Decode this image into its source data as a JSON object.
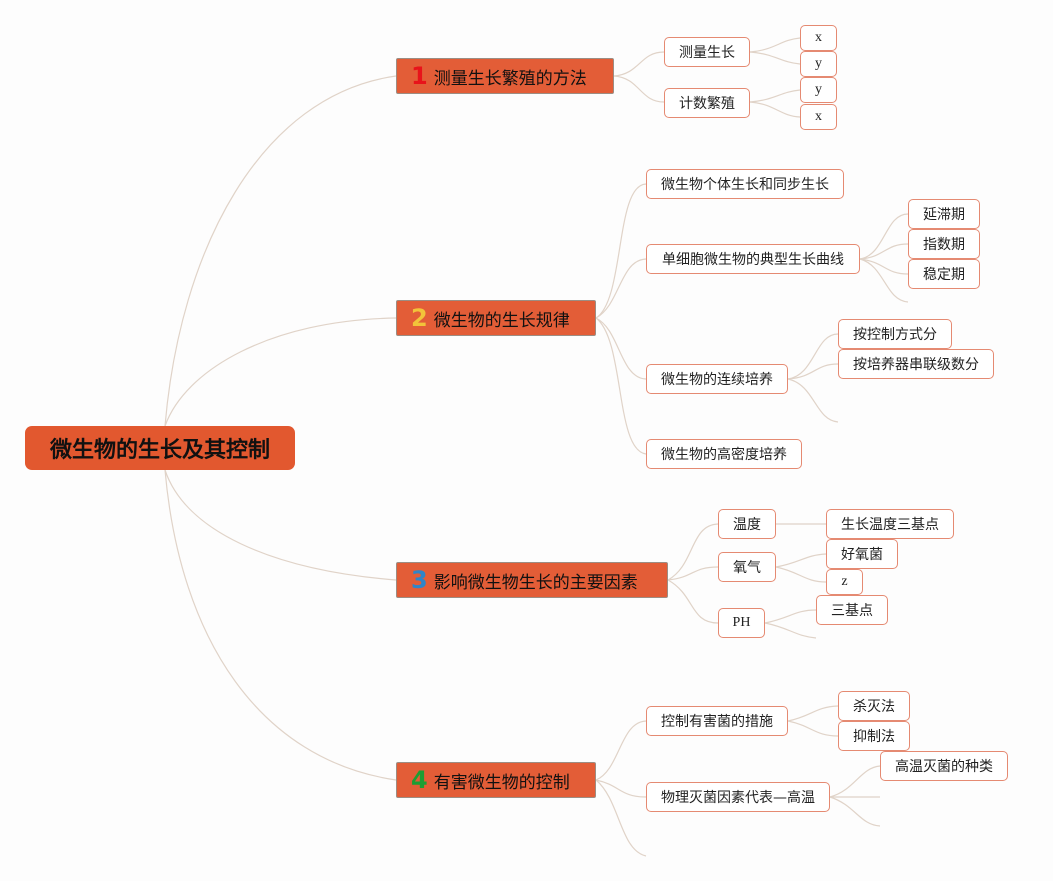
{
  "root": {
    "label": "微生物的生长及其控制"
  },
  "branches": [
    {
      "number": "1",
      "number_color": "#e8131a",
      "label": "测量生长繁殖的方法",
      "children": [
        {
          "label": "测量生长",
          "children": [
            "x",
            "y"
          ]
        },
        {
          "label": "计数繁殖",
          "children": [
            "y",
            "x"
          ]
        }
      ]
    },
    {
      "number": "2",
      "number_color": "#f2c33a",
      "label": "微生物的生长规律",
      "children": [
        {
          "label": "微生物个体生长和同步生长",
          "children": []
        },
        {
          "label": "单细胞微生物的典型生长曲线",
          "children": [
            "延滞期",
            "指数期",
            "稳定期"
          ]
        },
        {
          "label": "微生物的连续培养",
          "children": [
            "按控制方式分",
            "按培养器串联级数分"
          ]
        },
        {
          "label": "微生物的高密度培养",
          "children": []
        }
      ]
    },
    {
      "number": "3",
      "number_color": "#2f85c8",
      "label": "影响微生物生长的主要因素",
      "children": [
        {
          "label": "温度",
          "children": [
            "生长温度三基点"
          ]
        },
        {
          "label": "氧气",
          "children": [
            "好氧菌",
            "z"
          ]
        },
        {
          "label": "PH",
          "children": [
            "三基点"
          ]
        }
      ]
    },
    {
      "number": "4",
      "number_color": "#1d9e33",
      "label": "有害微生物的控制",
      "children": [
        {
          "label": "控制有害菌的措施",
          "children": [
            "杀灭法",
            "抑制法"
          ]
        },
        {
          "label": "物理灭菌因素代表—高温",
          "children": [
            "高温灭菌的种类"
          ]
        }
      ]
    }
  ],
  "colors": {
    "root_fill": "#e2582f",
    "branch_fill": "#e35d37",
    "leaf_border": "#e58a72",
    "link": "#e0d3c8"
  }
}
